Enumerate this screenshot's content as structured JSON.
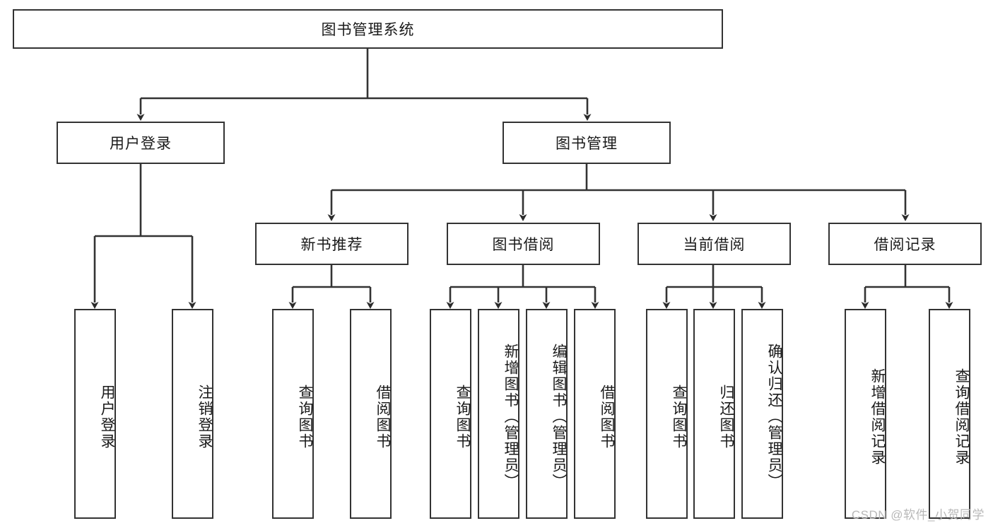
{
  "diagram": {
    "type": "tree-hierarchy-chart",
    "title": "图书管理系统",
    "colors": {
      "stroke": "#333333",
      "fill": "#ffffff",
      "text": "#1a1a1a",
      "watermark": "#b8b8b8"
    },
    "nodes": {
      "root": {
        "label": "图书管理系统",
        "orientation": "horizontal"
      },
      "level2": [
        {
          "label": "用户登录",
          "orientation": "horizontal"
        },
        {
          "label": "图书管理",
          "orientation": "horizontal"
        }
      ],
      "level3": [
        {
          "label": "新书推荐",
          "orientation": "horizontal"
        },
        {
          "label": "图书借阅",
          "orientation": "horizontal"
        },
        {
          "label": "当前借阅",
          "orientation": "horizontal"
        },
        {
          "label": "借阅记录",
          "orientation": "horizontal"
        }
      ],
      "leaves": [
        {
          "label": "用户登录",
          "orientation": "vertical"
        },
        {
          "label": "注销登录",
          "orientation": "vertical"
        },
        {
          "label": "查询图书",
          "orientation": "vertical"
        },
        {
          "label": "借阅图书",
          "orientation": "vertical"
        },
        {
          "label": "查询图书",
          "orientation": "vertical"
        },
        {
          "label": "新增图书（管理员）",
          "orientation": "vertical"
        },
        {
          "label": "编辑图书（管理员）",
          "orientation": "vertical"
        },
        {
          "label": "借阅图书",
          "orientation": "vertical"
        },
        {
          "label": "查询图书",
          "orientation": "vertical"
        },
        {
          "label": "归还图书",
          "orientation": "vertical"
        },
        {
          "label": "确认归还（管理员）",
          "orientation": "vertical"
        },
        {
          "label": "新增借阅记录",
          "orientation": "vertical"
        },
        {
          "label": "查询借阅记录",
          "orientation": "vertical"
        }
      ]
    }
  },
  "watermark": {
    "text": "CSDN @软件_小贺同学"
  }
}
